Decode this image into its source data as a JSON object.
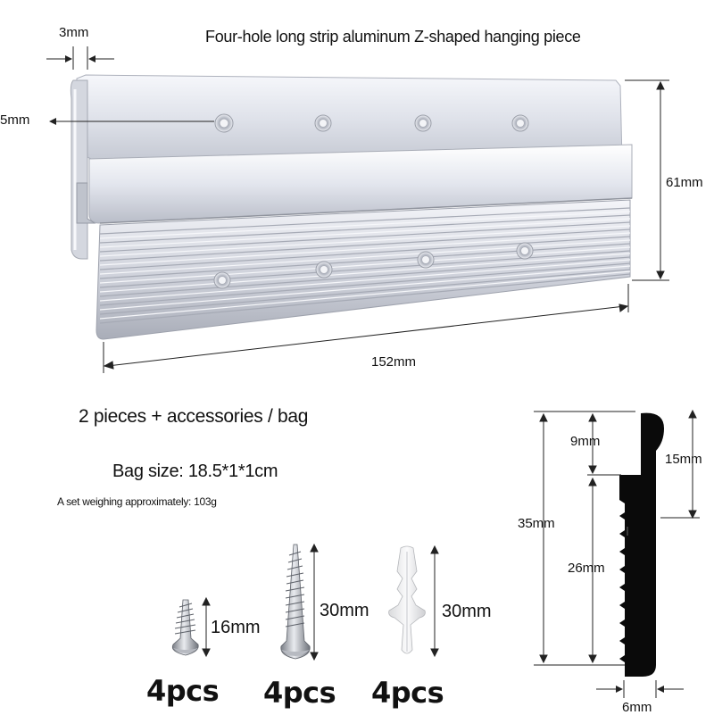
{
  "title": "Four-hole long strip aluminum Z-shaped hanging piece",
  "dimensions": {
    "thickness": "3mm",
    "hole": "5mm",
    "height": "61mm",
    "length": "152mm"
  },
  "package": {
    "contents": "2 pieces + accessories / bag",
    "bag_size": "Bag size: 18.5*1*1cm",
    "weight": "A set weighing approximately: 103g"
  },
  "accessories": [
    {
      "name": "short-screw",
      "length": "16mm",
      "quantity": "4pcs"
    },
    {
      "name": "long-screw",
      "length": "30mm",
      "quantity": "4pcs"
    },
    {
      "name": "wall-anchor",
      "length": "30mm",
      "quantity": "4pcs"
    }
  ],
  "profile": {
    "top": "9mm",
    "lip": "15mm",
    "total": "35mm",
    "lower": "26mm",
    "depth": "6mm"
  },
  "colors": {
    "aluminum_light": "#eef0f6",
    "aluminum_mid": "#c9ccd6",
    "aluminum_dark": "#9ea2ad",
    "profile": "#0a0a0a"
  }
}
